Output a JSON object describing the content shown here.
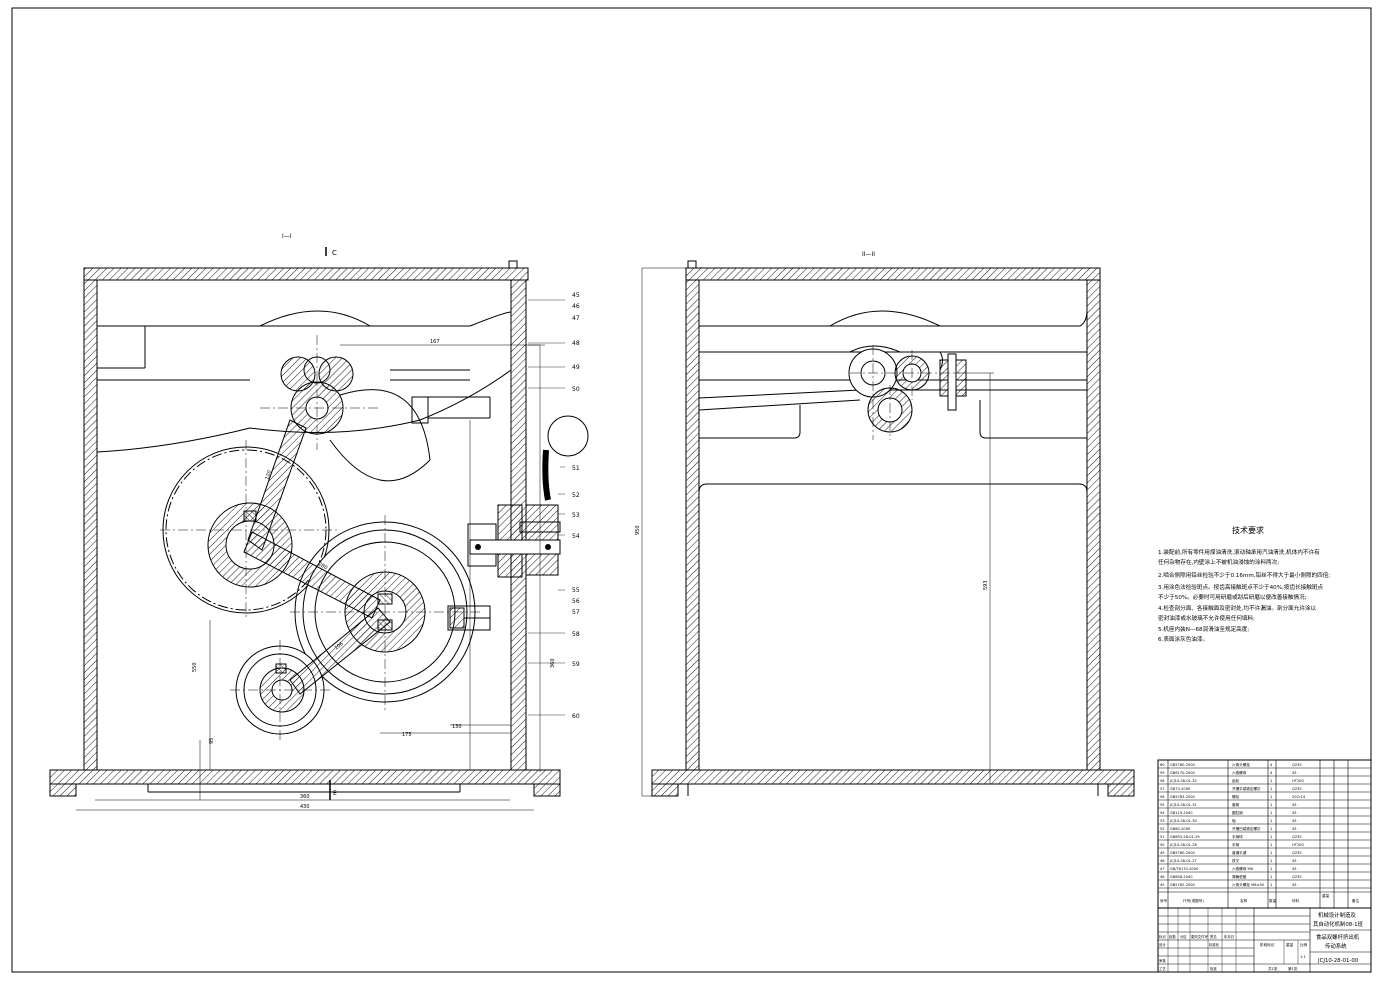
{
  "views": {
    "left_label": "I—I",
    "section_c": "C",
    "right_label": "II—II",
    "section_e": "E"
  },
  "part_numbers": [
    "45",
    "46",
    "47",
    "48",
    "49",
    "50",
    "51",
    "52",
    "53",
    "54",
    "55",
    "56",
    "57",
    "58",
    "59",
    "60"
  ],
  "dimensions": {
    "top_gear_span": "167",
    "right_view_height": "950",
    "right_view_inner": "593",
    "left_view_height": "550",
    "left_side_a": "360",
    "left_side_b": "95",
    "bottom_base": "360",
    "bottom_overall": "430",
    "mid_a": "130",
    "mid_b": "175",
    "diag_a": "120",
    "diag_b": "280",
    "diag_c": "106"
  },
  "tech_requirements": {
    "title": "技术要求",
    "lines": [
      "1.装配前,所有零件用煤油清洗,滚动轴承用汽油清洗,机体内不许有",
      "任何杂物存在,内壁涂上不被机油浸蚀的涂料两次;",
      "2.啮合侧隙用铅丝检验不少于0.16mm,铅丝不得大于最小侧隙的四倍;",
      "3.用涂色法检验斑点。按齿高接触斑点不少于40%;按齿长接触斑点",
      "不少于50%。必要时可用研磨或刮后研磨以便改善接触情况;",
      "4.检查剖分面、各接触面及密封处,均不许漏油。剖分面允许涂以",
      "密封油漆或水玻璃不允许使用任何填料;",
      "5.机座内装N—68润滑油至规定高度;",
      "6.表面涂灰色油漆。"
    ]
  },
  "bom": {
    "rows": [
      {
        "no": "60",
        "code": "GB5780-2000",
        "name": "六角头螺栓",
        "qty": "4",
        "material": "Q235"
      },
      {
        "no": "59",
        "code": "GB6170-2000",
        "name": "六角螺母",
        "qty": "4",
        "material": "35"
      },
      {
        "no": "58",
        "code": "JCJ10-28-01-32",
        "name": "齿轮",
        "qty": "1",
        "material": "HT200"
      },
      {
        "no": "57",
        "code": "GB73-2000",
        "name": "开槽平端紧定螺钉",
        "qty": "1",
        "material": "Q235"
      },
      {
        "no": "56",
        "code": "GB5783-2000",
        "name": "螺栓",
        "qty": "1",
        "material": "20Cr14"
      },
      {
        "no": "55",
        "code": "JCJ10-28-01-31",
        "name": "套筒",
        "qty": "1",
        "material": "45"
      },
      {
        "no": "54",
        "code": "GB119-2000",
        "name": "圆柱销",
        "qty": "1",
        "material": "35"
      },
      {
        "no": "53",
        "code": "JCJ10-28-01-30",
        "name": "轴",
        "qty": "1",
        "material": "45"
      },
      {
        "no": "52",
        "code": "GB80-2000",
        "name": "开槽凹端紧定螺钉",
        "qty": "1",
        "material": "35"
      },
      {
        "no": "51",
        "code": "GB893-28-01-29",
        "name": "手柄球",
        "qty": "1",
        "material": "Q235"
      },
      {
        "no": "50",
        "code": "JCJ10-28-01-28",
        "name": "手柄",
        "qty": "1",
        "material": "HT200"
      },
      {
        "no": "49",
        "code": "GB5780-2000",
        "name": "普通平键",
        "qty": "1",
        "material": "Q235"
      },
      {
        "no": "48",
        "code": "JCJ10-28-01-27",
        "name": "拨叉",
        "qty": "1",
        "material": "45"
      },
      {
        "no": "47",
        "code": "GB/T6170-2000",
        "name": "六角螺母 M6",
        "qty": "1",
        "material": "45"
      },
      {
        "no": "46",
        "code": "GB858-2000",
        "name": "弹簧垫圈",
        "qty": "1",
        "material": "Q235"
      },
      {
        "no": "45",
        "code": "GB5782-2000",
        "name": "六角头螺栓 M8×40",
        "qty": "1",
        "material": "45"
      }
    ],
    "header": {
      "no": "序号",
      "code": "代号(或图号)",
      "name": "名称",
      "qty": "数量",
      "material": "材料",
      "weight": "重量",
      "note": "备注"
    }
  },
  "title_block": {
    "school_line1": "机械设计制造及",
    "school_line2": "其自动化机制08-1班",
    "drawing_title1": "食品双螺杆挤出机",
    "drawing_title2": "传动系统",
    "drawing_no": "JCJ10-28-01-00",
    "scale_label": "比例",
    "scale_value": "1:1",
    "weight_label": "重量",
    "stage_label": "阶段标记",
    "sheet_total": "共1张",
    "sheet_no": "第1张",
    "labels": [
      "标记",
      "处数",
      "分区",
      "更改文件号",
      "签名",
      "年月日",
      "设计",
      "标准化",
      "审核",
      "工艺",
      "批准"
    ]
  }
}
